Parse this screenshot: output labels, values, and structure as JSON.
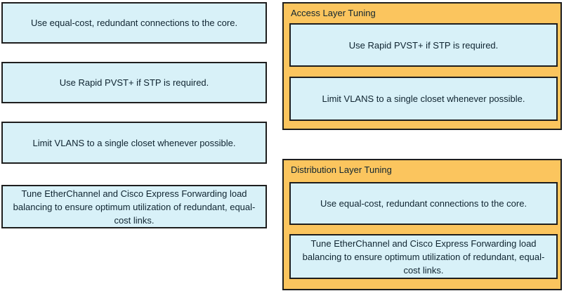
{
  "colors": {
    "item_fill": "#d8f1f8",
    "panel_fill": "#fbc55e",
    "border": "#1e1e1e",
    "text": "#0f2430"
  },
  "source_list": {
    "items": [
      {
        "label": "Use equal-cost, redundant connections to the core."
      },
      {
        "label": "Use Rapid PVST+ if STP is required."
      },
      {
        "label": "Limit VLANS to a single closet whenever possible."
      },
      {
        "label": "Tune EtherChannel and Cisco Express Forwarding load balancing to ensure optimum utilization of redundant, equal-cost links."
      }
    ]
  },
  "access_panel": {
    "title": "Access Layer Tuning",
    "items": [
      {
        "label": "Use Rapid PVST+ if STP is required."
      },
      {
        "label": "Limit VLANS to a single closet whenever possible."
      }
    ]
  },
  "distribution_panel": {
    "title": "Distribution Layer Tuning",
    "items": [
      {
        "label": "Use equal-cost, redundant connections to the core."
      },
      {
        "label": "Tune EtherChannel and Cisco Express Forwarding load balancing to ensure optimum utilization of redundant, equal-cost links."
      }
    ]
  }
}
